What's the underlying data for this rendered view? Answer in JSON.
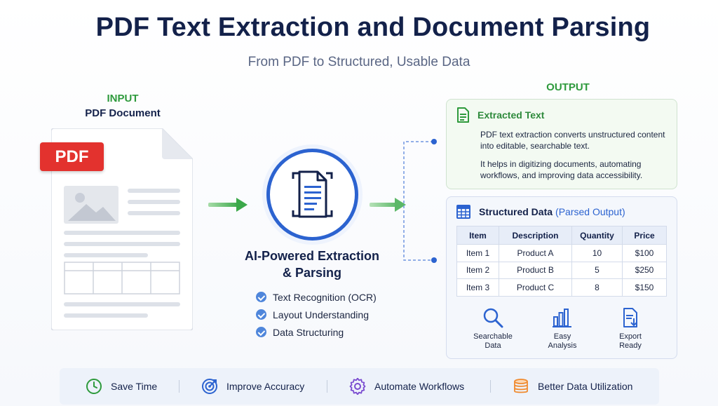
{
  "header": {
    "title": "PDF Text Extraction and Document Parsing",
    "subtitle": "From PDF to Structured, Usable Data"
  },
  "input": {
    "label": "INPUT",
    "sublabel": "PDF Document",
    "badge": "PDF"
  },
  "process": {
    "title_line1": "AI-Powered Extraction",
    "title_line2": "& Parsing",
    "features": [
      "Text Recognition (OCR)",
      "Layout Understanding",
      "Data Structuring"
    ]
  },
  "output": {
    "label": "OUTPUT",
    "extracted": {
      "title": "Extracted Text",
      "para1": "PDF text extraction converts unstructured content into editable, searchable text.",
      "para2": "It helps in digitizing documents, automating workflows, and improving data accessibility."
    },
    "structured": {
      "title": "Structured Data",
      "title_suffix": "(Parsed Output)",
      "table": {
        "headers": [
          "Item",
          "Description",
          "Quantity",
          "Price"
        ],
        "rows": [
          [
            "Item 1",
            "Product A",
            "10",
            "$100"
          ],
          [
            "Item 2",
            "Product B",
            "5",
            "$250"
          ],
          [
            "Item 3",
            "Product C",
            "8",
            "$150"
          ]
        ]
      },
      "benefits": [
        {
          "line1": "Searchable",
          "line2": "Data"
        },
        {
          "line1": "Easy",
          "line2": "Analysis"
        },
        {
          "line1": "Export",
          "line2": "Ready"
        }
      ]
    }
  },
  "footer": {
    "items": [
      "Save Time",
      "Improve Accuracy",
      "Automate Workflows",
      "Better Data Utilization"
    ]
  },
  "colors": {
    "navy": "#13214a",
    "green": "#2e9a3c",
    "blue": "#2c63d0",
    "pdf_red": "#e3322e",
    "purple": "#7a4bd0",
    "orange": "#f08a2e"
  }
}
